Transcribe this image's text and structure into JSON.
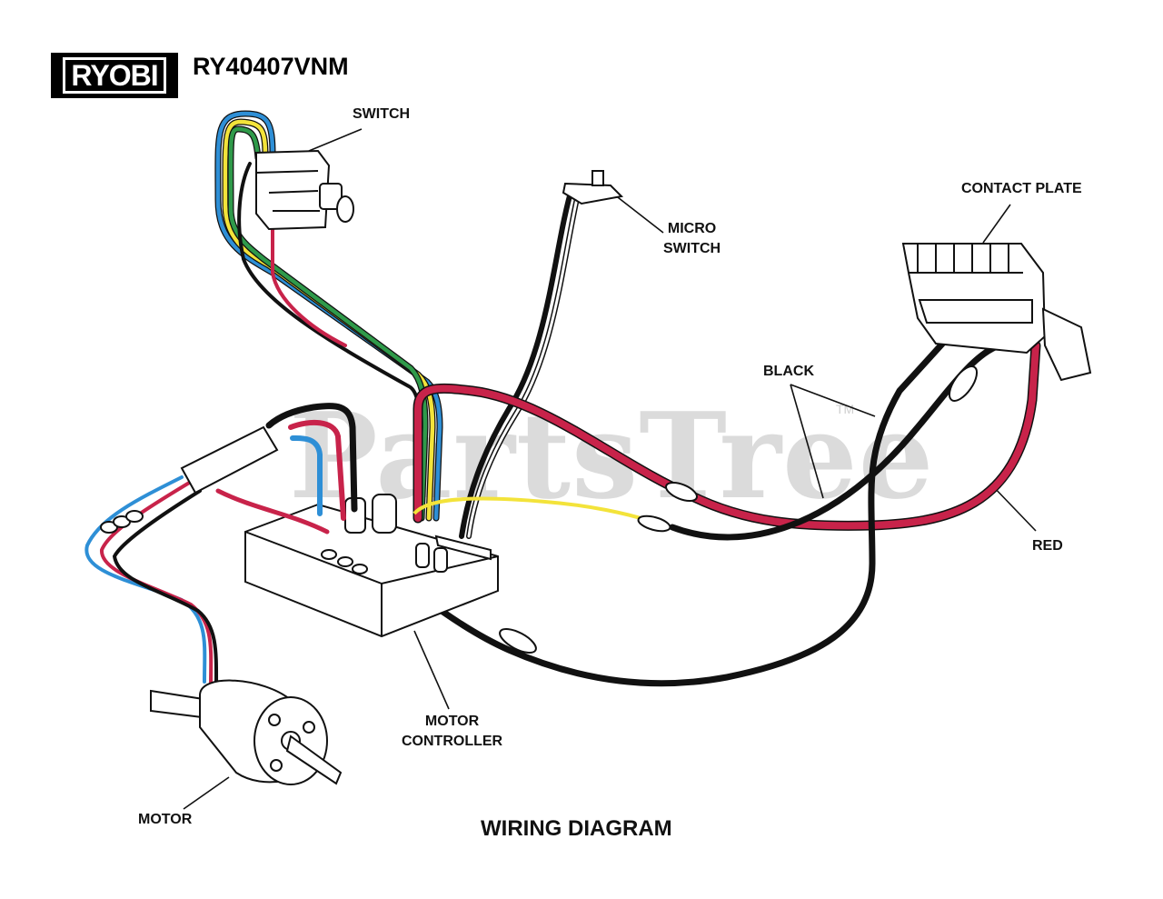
{
  "header": {
    "brand_logo": "RYOBI",
    "model": "RY40407VNM"
  },
  "labels": {
    "switch": "SWITCH",
    "micro_switch_line1": "MICRO",
    "micro_switch_line2": "SWITCH",
    "contact_plate": "CONTACT PLATE",
    "black": "BLACK",
    "red": "RED",
    "motor_controller_line1": "MOTOR",
    "motor_controller_line2": "CONTROLLER",
    "motor": "MOTOR"
  },
  "title": "WIRING DIAGRAM",
  "watermark": "PartsTree",
  "watermark_tm": "TM",
  "colors": {
    "wire_red": "#c8234a",
    "wire_blue": "#2e8fd6",
    "wire_yellow": "#f3e33a",
    "wire_green": "#2f9a4a",
    "wire_black": "#111111"
  }
}
